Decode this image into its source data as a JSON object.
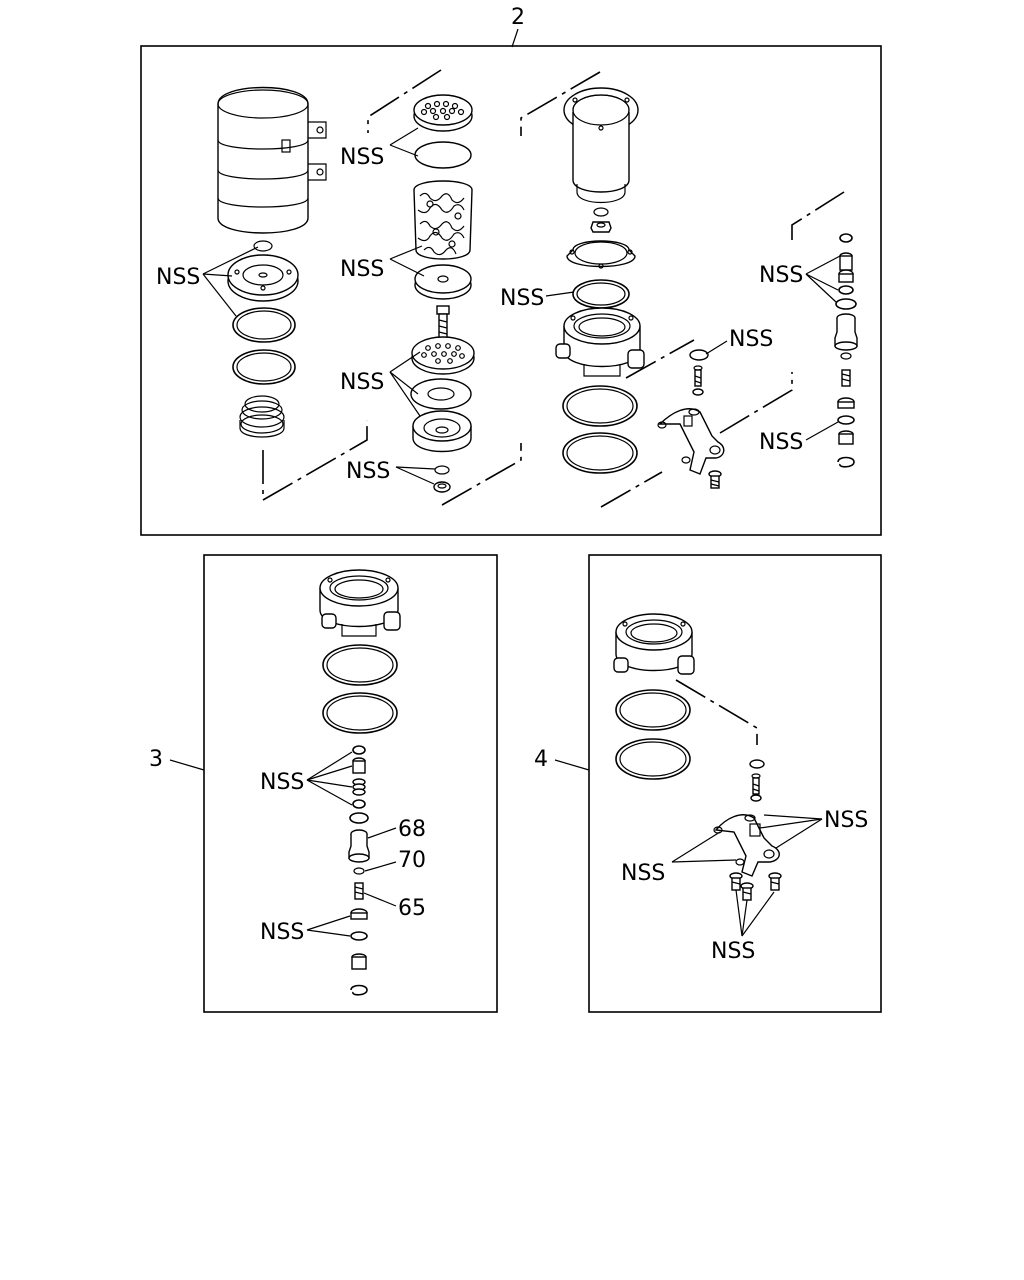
{
  "callouts": {
    "kit_2": "2",
    "kit_3": "3",
    "kit_4": "4"
  },
  "labels": {
    "nss": "NSS",
    "part_68": "68",
    "part_70": "70",
    "part_65": "65"
  }
}
